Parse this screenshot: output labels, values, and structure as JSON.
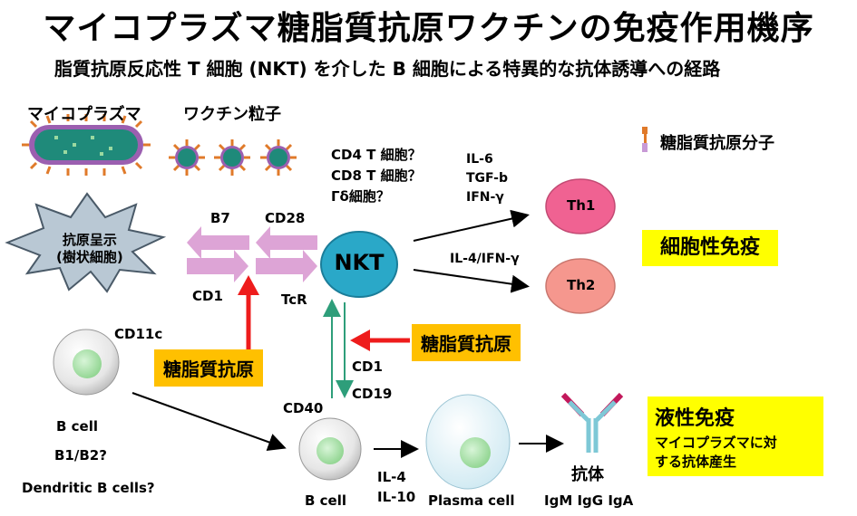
{
  "title": "マイコプラズマ糖脂質抗原ワクチンの免疫作用機序",
  "subtitle": "脂質抗原反応性 T 細胞 (NKT) を介した B 細胞による特異的な抗体誘導への経路",
  "legend": {
    "mycoplasma": "マイコプラズマ",
    "vaccine_particle": "ワクチン粒子",
    "glycolipid_molecule": "糖脂質抗原分子"
  },
  "apc": {
    "label_line1": "抗原呈示",
    "label_line2": "(樹状細胞)"
  },
  "receptors": {
    "b7": "B7",
    "cd28": "CD28",
    "cd1": "CD1",
    "tcr": "TcR"
  },
  "nkt": {
    "label": "NKT",
    "subtypes": [
      "CD4 T 細胞？",
      "CD8 T 細胞？",
      "Γδ細胞？"
    ]
  },
  "cytokines": {
    "th1_group": [
      "IL-6",
      "TGF-b",
      "IFN-γ"
    ],
    "th2": "IL-4/IFN-γ",
    "plasma": [
      "IL-4",
      "IL-10"
    ]
  },
  "th": {
    "th1": "Th1",
    "th2": "Th2"
  },
  "glycolipid_box1": "糖脂質抗原",
  "glycolipid_box2": "糖脂質抗原",
  "immunity": {
    "cellular": "細胞性免疫",
    "humoral_title": "液性免疫",
    "humoral_desc1": "マイコプラズマに対",
    "humoral_desc2": "する抗体産生"
  },
  "bcell_left": {
    "marker": "CD11c",
    "label": "B cell",
    "subtype": "B1/B2?",
    "dendritic": "Dendritic B cells?"
  },
  "bcell_mid": {
    "marker": "CD40",
    "label": "B cell",
    "cd1": "CD1",
    "cd19": "CD19"
  },
  "plasma": {
    "label": "Plasma cell"
  },
  "antibody": {
    "label": "抗体",
    "classes": "IgM IgG IgA"
  }
}
